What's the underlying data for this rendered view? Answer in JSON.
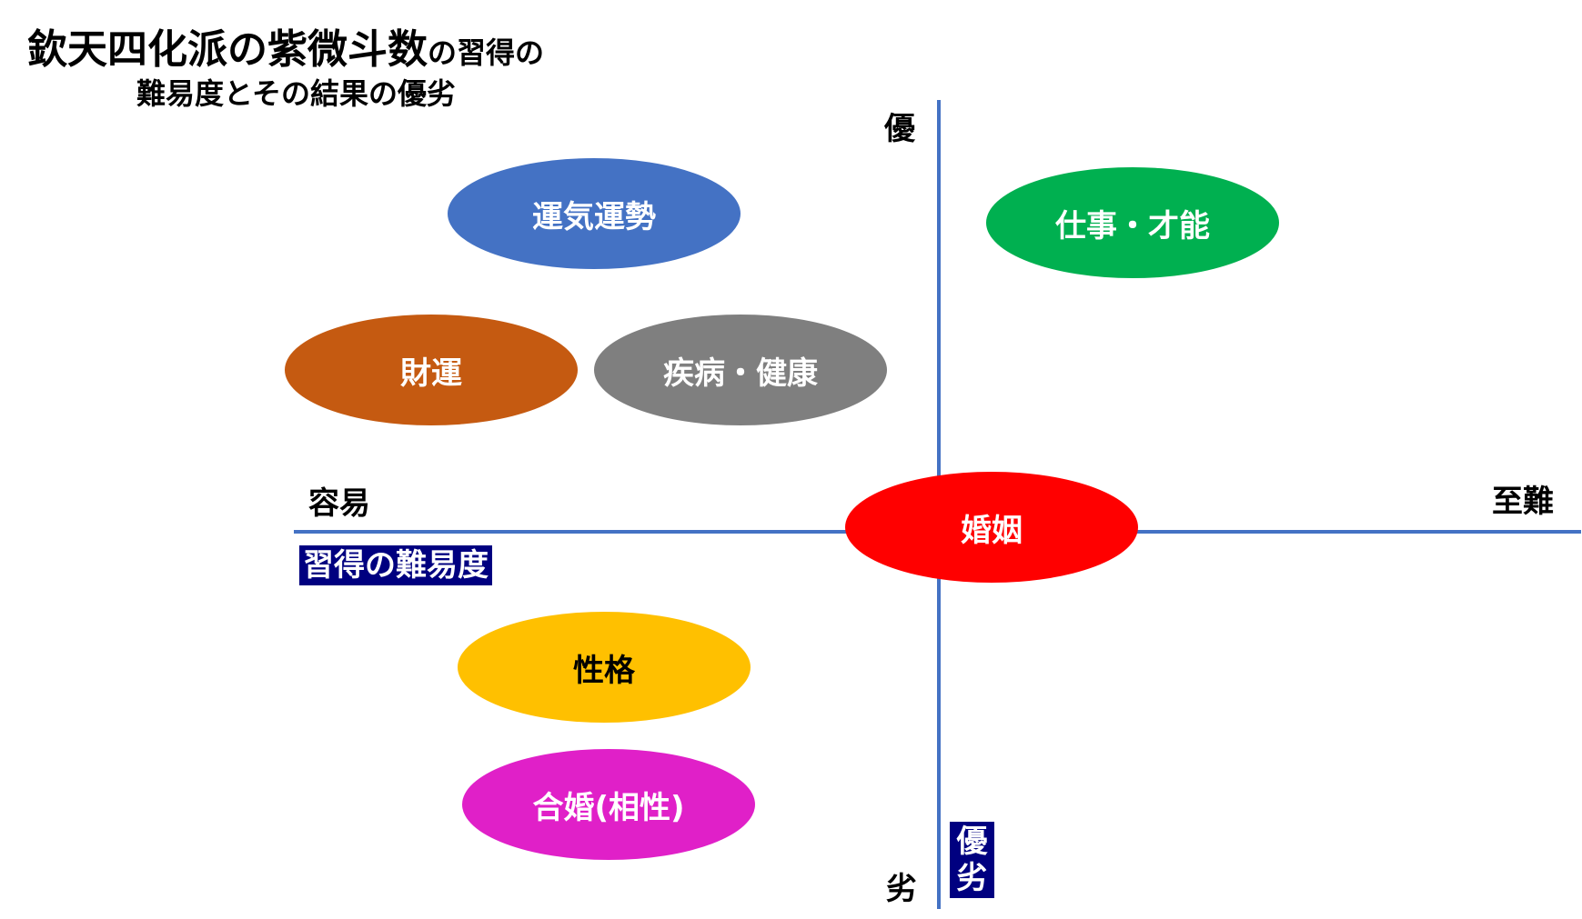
{
  "title": {
    "main": "欽天四化派の紫微斗数",
    "sub": "の習得の",
    "line2": "難易度とその結果の優劣"
  },
  "axes": {
    "top_label": "優",
    "bottom_label": "劣",
    "left_label": "容易",
    "right_label": "至難",
    "horizontal_title": "習得の難易度",
    "vertical_title": [
      "優",
      "劣"
    ],
    "line_color": "#4472c4",
    "title_bg_color": "#000080"
  },
  "items": {
    "luck": {
      "label": "運気運勢",
      "color": "#4472c4"
    },
    "work": {
      "label": "仕事・才能",
      "color": "#00b050"
    },
    "wealth": {
      "label": "財運",
      "color": "#c55a11"
    },
    "health": {
      "label": "疾病・健康",
      "color": "#7f7f7f"
    },
    "marriage": {
      "label": "婚姻",
      "color": "#ff0000"
    },
    "personality": {
      "label": "性格",
      "color": "#ffc000"
    },
    "compatibility": {
      "label": "合婚(相性)",
      "color": "#e020c8"
    }
  }
}
